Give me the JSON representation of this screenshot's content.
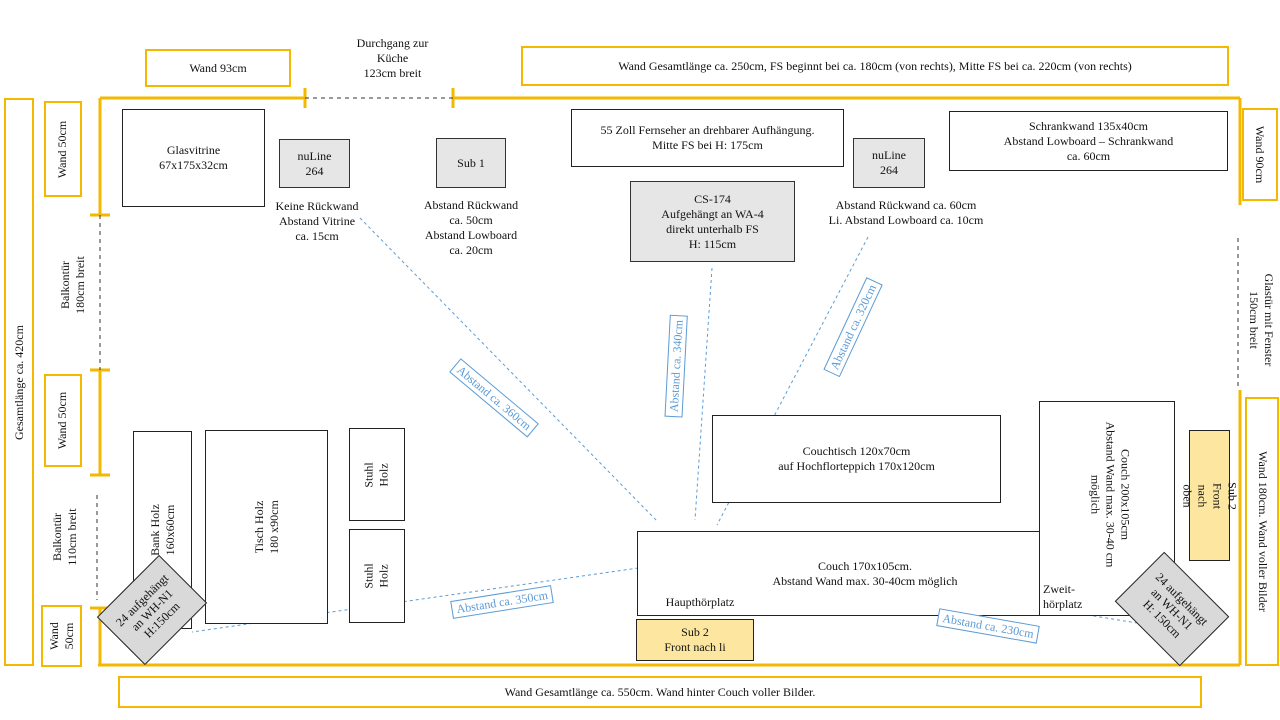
{
  "labels": {
    "wand93": "Wand 93cm",
    "durchgang": "Durchgang zur\nKüche\n123cm  breit",
    "wand_top_right": "Wand Gesamtlänge  ca. 250cm,  FS beginnt bei ca. 180cm  (von rechts), Mitte FS bei ca. 220cm  (von rechts)",
    "gesamt_left": "Gesamtlänge  ca. 420cm",
    "wand50_top": "Wand 50cm",
    "balkon180": "Balkontür\n180cm  breit",
    "wand50_mid": "Wand 50cm",
    "balkon110": "Balkontür\n110cm  breit",
    "wand50_bottom": "Wand\n50cm",
    "wand90_right": "Wand 90cm",
    "glastuer": "Glastür mit Fenster\n150cm  breit",
    "wand180_right": "Wand 180cm.  Wand voller Bilder",
    "wand_bottom": "Wand Gesamtlänge  ca. 550cm.  Wand hinter Couch voller Bilder."
  },
  "furniture": {
    "glasvitrine": "Glasvitrine\n67x175x32cm",
    "nuline_left": "nuLine\n264",
    "sub1": "Sub 1",
    "fernseher": "55  Zoll Fernseher an drehbarer Aufhängung.\nMitte FS bei H: 175cm",
    "cs174": "CS-174\nAufgehängt an WA-4\ndirekt unterhalb FS\nH:  115cm",
    "nuline_right": "nuLine\n264",
    "schrankwand": "Schrankwand 135x40cm\nAbstand Lowboard – Schrankwand\nca. 60cm",
    "couchtisch": "Couchtisch 120x70cm\nauf Hochflorteppich 170x120cm",
    "couch_main": "Couch 170x105cm.\nAbstand Wand max.  30-40cm  möglich",
    "couch_side": "Couch 200x105cm\nAbstand Wand max.  30-40  cm\nmöglich",
    "bank": "Bank Holz\n160x60cm",
    "tisch": "Tisch Holz\n180 x90cm",
    "stuhl1": "Stuhl\nHolz",
    "stuhl2": "Stuhl\nHolz",
    "sub2_right": "Sub 2\nFront nach oben",
    "sub2_bottom": "Sub 2\nFront nach li",
    "wh_left": "24 aufgehängt\nan WH-N1\nH:150cm",
    "wh_right": "24 aufgehängt\nan WH-N1\nH:  150cm"
  },
  "notes": {
    "nuline_left": "Keine Rückwand\nAbstand Vitrine\nca.  15cm",
    "sub1": "Abstand Rückwand\nca.  50cm\nAbstand Lowboard\nca.  20cm",
    "nuline_right": "Abstand Rückwand ca.  60cm\nLi.  Abstand Lowboard ca.  10cm",
    "haupt": "Haupthörplatz",
    "zweit": "Zweit-\nhörplatz"
  },
  "distances": {
    "d360": "Abstand ca. 360cm",
    "d340": "Abstand ca. 340cm",
    "d320": "Abstand ca. 320cm",
    "d350": "Abstand ca. 350cm",
    "d230": "Abstand ca. 230cm"
  },
  "colors": {
    "wall": "#f5b800",
    "measure": "#5b9bd5",
    "star": "#4a86c8",
    "sub2": "#fde7a0",
    "speaker": "#e6e6e6"
  }
}
